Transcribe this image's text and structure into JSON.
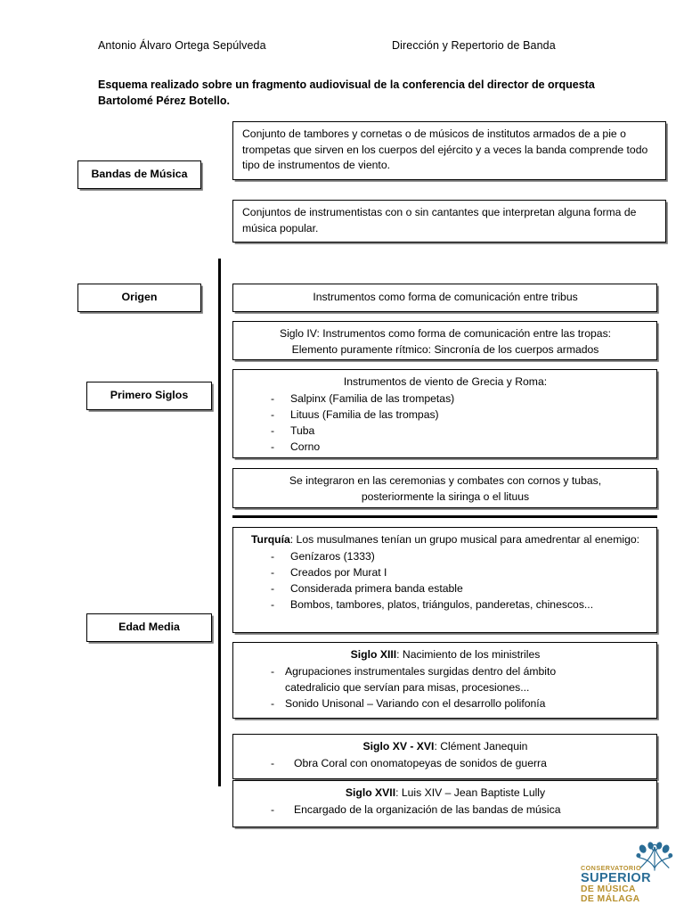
{
  "header": {
    "author": "Antonio Álvaro Ortega Sepúlveda",
    "subject": "Dirección y Repertorio de Banda",
    "intro": "Esquema realizado sobre un fragmento audiovisual de la conferencia del director de orquesta Bartolomé Pérez Botello."
  },
  "labels": {
    "bandas": "Bandas de Música",
    "origen": "Origen",
    "primeros_siglos": "Primero Siglos",
    "edad_media": "Edad Media"
  },
  "boxes": {
    "bandas_def1": "Conjunto de tambores y cornetas o de músicos de institutos armados de a pie o trompetas que sirven en los cuerpos del ejército y a veces la banda comprende todo tipo de instrumentos de viento.",
    "bandas_def2": "Conjuntos de instrumentistas con o sin cantantes que interpretan alguna forma de música popular.",
    "origen_tribus": "Instrumentos como forma de comunicación entre tribus",
    "siglo_iv_l1": "Siglo IV: Instrumentos como forma de comunicación entre las tropas:",
    "siglo_iv_l2": "Elemento puramente rítmico: Sincronía de los cuerpos armados",
    "grecia_roma_title": "Instrumentos de viento de Grecia y Roma:",
    "grecia_roma_items": [
      "Salpinx (Familia de las trompetas)",
      "Lituus (Familia de las trompas)",
      "Tuba",
      "Corno"
    ],
    "ceremonias_l1": "Se integraron en las ceremonias y combates con cornos y tubas,",
    "ceremonias_l2": "posteriormente la siringa o el lituus",
    "turquia_bold": "Turquía",
    "turquia_rest": ": Los musulmanes tenían un grupo musical para amedrentar al enemigo:",
    "turquia_items": [
      "Genízaros (1333)",
      "Creados por Murat I",
      "Considerada primera banda estable",
      "Bombos, tambores, platos, triángulos, panderetas, chinescos..."
    ],
    "siglo_xiii_bold": "Siglo XIII",
    "siglo_xiii_rest": ": Nacimiento de los ministriles",
    "siglo_xiii_items": [
      "Agrupaciones instrumentales surgidas dentro del ámbito catedralicio que servían para misas, procesiones...",
      "Sonido Unisonal – Variando con el desarrollo polifonía"
    ],
    "siglo_xv_bold": "Siglo XV - XVI",
    "siglo_xv_rest": ": Clément Janequin",
    "siglo_xv_items": [
      "Obra Coral con onomatopeyas de sonidos de guerra"
    ],
    "siglo_xvii_bold": "Siglo XVII",
    "siglo_xvii_rest": ": Luis XIV – Jean Baptiste Lully",
    "siglo_xvii_items": [
      "Encargado de la organización de las bandas de música"
    ]
  },
  "logo": {
    "line1": "CONSERVATORIO",
    "line2": "SUPERIOR",
    "line3": "DE MÚSICA",
    "line4": "DE MÁLAGA",
    "color_gold": "#b8912f",
    "color_blue": "#2a6d96"
  }
}
